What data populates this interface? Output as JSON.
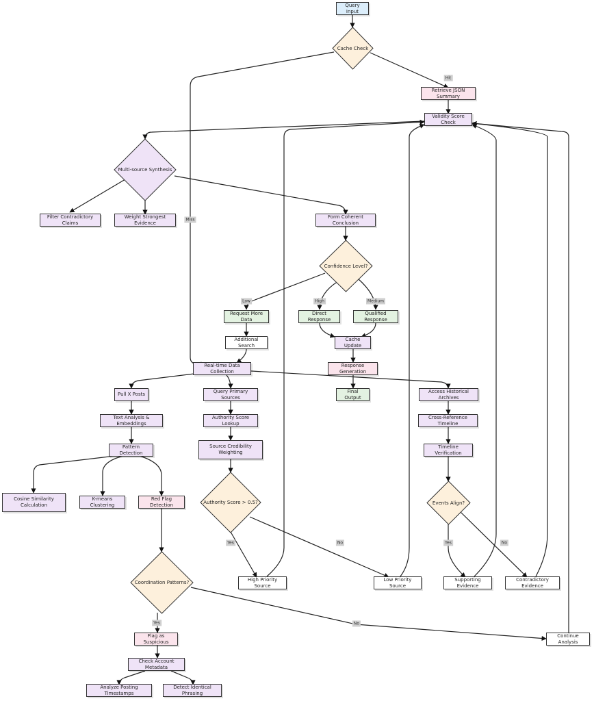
{
  "nodes": {
    "query_input": "Query Input",
    "cache_check": "Cache Check",
    "retrieve_json": "Retrieve JSON Summary",
    "validity_check": "Validity Score Check",
    "multi_source": "Multi-source Synthesis",
    "filter_claims": "Filter Contradictory Claims",
    "weight_evidence": "Weight Strongest Evidence",
    "form_conclusion": "Form Coherent Conclusion",
    "confidence_level": "Confidence Level?",
    "request_more": "Request More Data",
    "direct_response": "Direct Response",
    "qualified_response": "Qualified Response",
    "additional_search": "Additional Search",
    "cache_update": "Cache Update",
    "realtime": "Real-time Data Collection",
    "response_gen": "Response Generation",
    "final_output": "Final Output",
    "pull_x": "Pull X Posts",
    "query_primary": "Query Primary Sources",
    "access_historical": "Access Historical Archives",
    "text_analysis": "Text Analysis & Embeddings",
    "authority_lookup": "Authority Score Lookup",
    "cross_ref": "Cross-Reference Timeline",
    "pattern_detection": "Pattern Detection",
    "source_cred": "Source Credibility Weighting",
    "timeline_verif": "Timeline Verification",
    "cosine": "Cosine Similarity Calculation",
    "kmeans": "K-means Clustering",
    "red_flag": "Red Flag Detection",
    "authority_score": "Authority Score > 0.5?",
    "events_align": "Events Align?",
    "coordination": "Coordination Patterns?",
    "high_priority": "High Priority Source",
    "low_priority": "Low Priority Source",
    "supporting": "Supporting Evidence",
    "contradictory": "Contradictory Evidence",
    "flag_suspicious": "Flag as Suspicious",
    "continue_analysis": "Continue Analysis",
    "check_metadata": "Check Account Metadata",
    "analyze_timestamps": "Analyze Posting Timestamps",
    "detect_phrasing": "Detect Identical Phrasing"
  },
  "edge_labels": {
    "hit": "Hit",
    "miss": "Miss",
    "low": "Low",
    "high": "High",
    "medium": "Medium",
    "auth_yes": "Yes",
    "auth_no": "No",
    "events_yes": "Yes",
    "events_no": "No",
    "coord_yes": "Yes",
    "coord_no": "No"
  },
  "colors": {
    "input": "#dceefb",
    "highlight": "#fbe4ec",
    "process": "#efe3f7",
    "output": "#e3f2e1",
    "decision": "#fdf0dc"
  }
}
